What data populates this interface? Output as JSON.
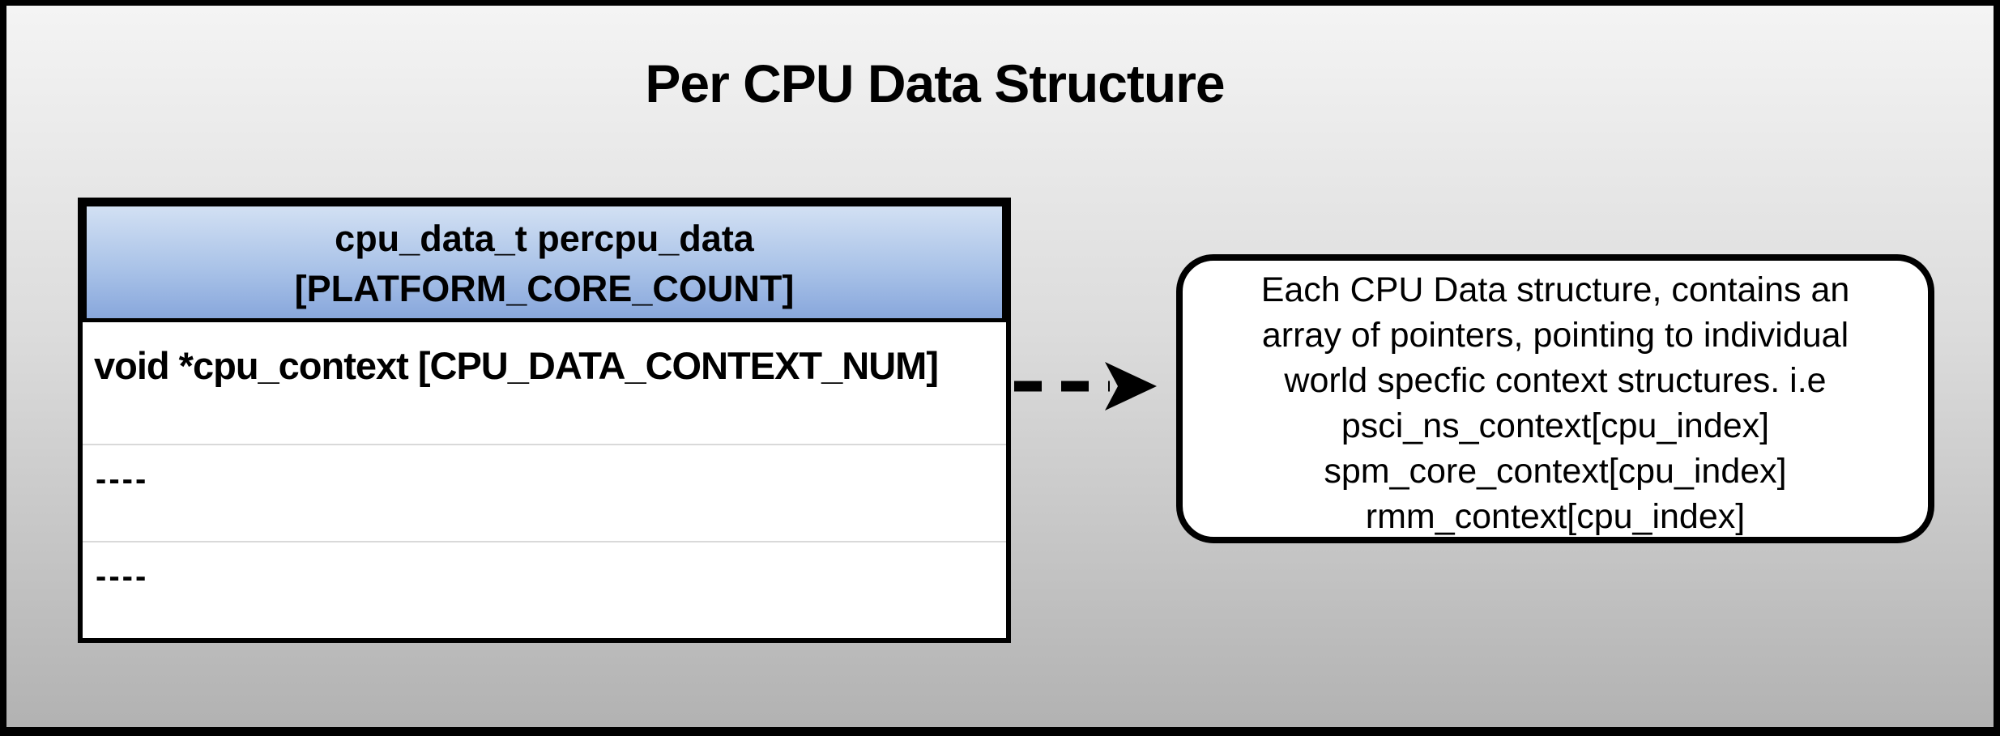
{
  "title": "Per CPU Data Structure",
  "table": {
    "header": {
      "line1": "cpu_data_t percpu_data",
      "line2": "[PLATFORM_CORE_COUNT]"
    },
    "rows": [
      "void *cpu_context [CPU_DATA_CONTEXT_NUM]",
      "----",
      "----"
    ]
  },
  "note": {
    "lines": [
      "Each CPU Data structure, contains an",
      "array of pointers, pointing to individual",
      "world specfic context structures. i.e",
      "psci_ns_context[cpu_index]",
      "spm_core_context[cpu_index]",
      "rmm_context[cpu_index]"
    ]
  },
  "colors": {
    "header_gradient_top": "#d2e0f3",
    "header_gradient_bottom": "#88a7dc",
    "background_gradient_top": "#f4f4f4",
    "background_gradient_bottom": "#b2b2b2",
    "border": "#000000",
    "row_divider": "#d9d9d9",
    "cell_background": "#ffffff",
    "text": "#000000"
  }
}
